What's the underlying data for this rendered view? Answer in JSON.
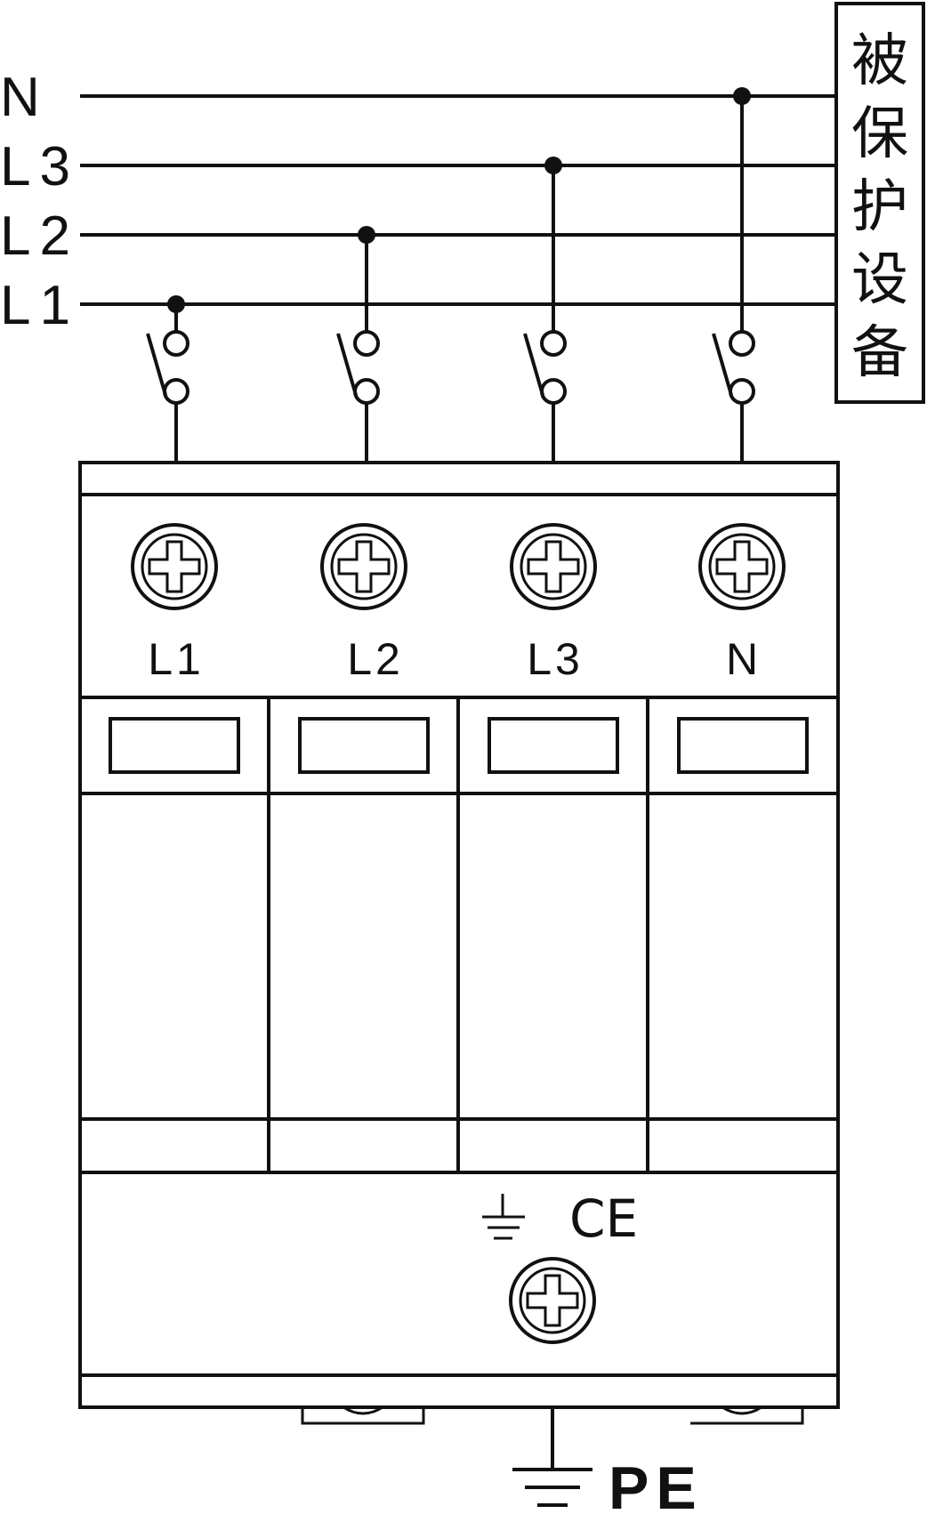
{
  "bus_labels": {
    "n": "N",
    "l3": "L3",
    "l2": "L2",
    "l1": "L1"
  },
  "protected_equipment": [
    "被",
    "保",
    "护",
    "设",
    "备"
  ],
  "terminal_labels": {
    "t1": "L1",
    "t2": "L2",
    "t3": "L3",
    "t4": "N"
  },
  "marks": {
    "ce": "CE"
  },
  "ground_label": "PE"
}
